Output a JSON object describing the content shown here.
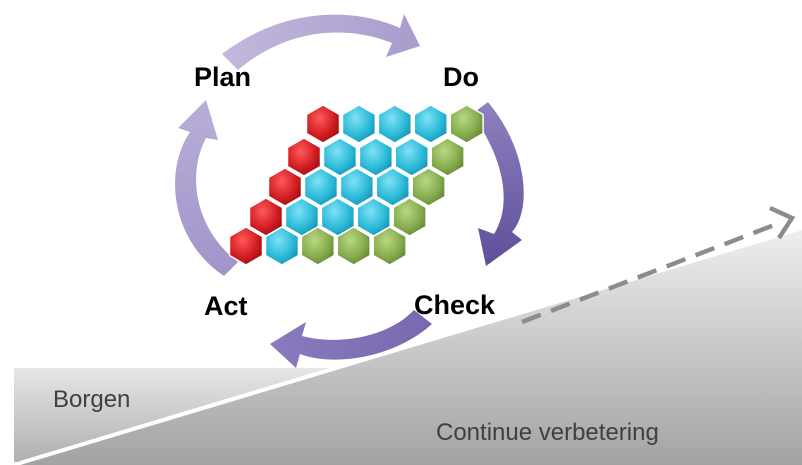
{
  "cycle": {
    "phases": [
      {
        "label": "Plan"
      },
      {
        "label": "Do"
      },
      {
        "label": "Check"
      },
      {
        "label": "Act"
      }
    ]
  },
  "slope": {
    "hold_label": "Borgen",
    "improve_label": "Continue verbetering"
  },
  "colors": {
    "hex_red": "#c8161b",
    "hex_cyan": "#29b8d6",
    "hex_green": "#7fa847",
    "arrow_light": "#b3a6d2",
    "arrow_dark": "#6a5aa3",
    "ramp_light": "#eaeaea",
    "ramp_dark": "#a6a6a6",
    "dash_arrow": "#8c8c8c"
  },
  "icons": {
    "cycle_arrows": "curved-arrow-icon",
    "trend": "dashed-arrow-icon"
  }
}
